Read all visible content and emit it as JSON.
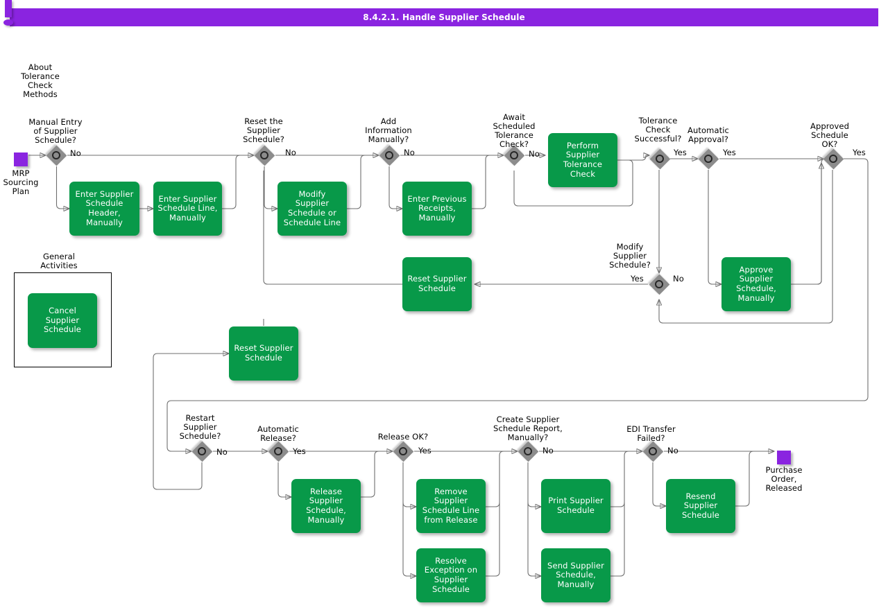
{
  "header": {
    "title": "8.4.2.1. Handle Supplier Schedule"
  },
  "note": {
    "label": "About\nTolerance\nCheck\nMethods",
    "icon": "info-exclamation-icon"
  },
  "events": {
    "start": {
      "label": "MRP\nSourcing\nPlan"
    },
    "end": {
      "label": "Purchase\nOrder,\nReleased"
    }
  },
  "groups": {
    "general_activities": {
      "label": "General\nActivities"
    }
  },
  "gateways": [
    {
      "id": "manual-entry",
      "label": "Manual Entry\nof Supplier\nSchedule?",
      "out": "No"
    },
    {
      "id": "reset-schedule",
      "label": "Reset the\nSupplier\nSchedule?",
      "out": "No"
    },
    {
      "id": "add-information",
      "label": "Add\nInformation\nManually?",
      "out": "No"
    },
    {
      "id": "await-tolerance",
      "label": "Await\nScheduled\nTolerance\nCheck?",
      "out": "No"
    },
    {
      "id": "tolerance-successful",
      "label": "Tolerance\nCheck\nSuccessful?",
      "out": "Yes"
    },
    {
      "id": "automatic-approval",
      "label": "Automatic\nApproval?",
      "out": "Yes"
    },
    {
      "id": "approved-schedule-ok",
      "label": "Approved\nSchedule\nOK?",
      "out": "Yes"
    },
    {
      "id": "modify-schedule",
      "label": "Modify\nSupplier\nSchedule?",
      "out": "No",
      "out2": "Yes"
    },
    {
      "id": "restart-schedule",
      "label": "Restart\nSupplier\nSchedule?",
      "out": "No"
    },
    {
      "id": "automatic-release",
      "label": "Automatic\nRelease?",
      "out": "Yes"
    },
    {
      "id": "release-ok",
      "label": "Release OK?",
      "out": "Yes"
    },
    {
      "id": "create-report",
      "label": "Create Supplier\nSchedule Report,\nManually?",
      "out": "No"
    },
    {
      "id": "edi-transfer-failed",
      "label": "EDI Transfer\nFailed?",
      "out": "No"
    }
  ],
  "activities": [
    {
      "id": "enter-header",
      "label": "Enter Supplier\nSchedule\nHeader,\nManually"
    },
    {
      "id": "enter-line",
      "label": "Enter Supplier\nSchedule Line,\nManually"
    },
    {
      "id": "modify-schedule-line",
      "label": "Modify Supplier\nSchedule or\nSchedule Line"
    },
    {
      "id": "enter-receipts",
      "label": "Enter Previous\nReceipts,\nManually"
    },
    {
      "id": "perform-tolerance",
      "label": "Perform\nSupplier\nTolerance Check"
    },
    {
      "id": "approve-manually",
      "label": "Approve\nSupplier\nSchedule,\nManually"
    },
    {
      "id": "reset-supplier-1",
      "label": "Reset Supplier\nSchedule"
    },
    {
      "id": "reset-supplier-2",
      "label": "Reset Supplier\nSchedule"
    },
    {
      "id": "cancel-supplier",
      "label": "Cancel Supplier\nSchedule"
    },
    {
      "id": "release-manually",
      "label": "Release Supplier\nSchedule,\nManually"
    },
    {
      "id": "remove-line",
      "label": "Remove\nSupplier\nSchedule Line\nfrom Release"
    },
    {
      "id": "resolve-exception",
      "label": "Resolve\nException on\nSupplier\nSchedule"
    },
    {
      "id": "print-schedule",
      "label": "Print Supplier\nSchedule"
    },
    {
      "id": "send-schedule",
      "label": "Send Supplier\nSchedule,\nManually"
    },
    {
      "id": "resend-schedule",
      "label": "Resend Supplier\nSchedule"
    }
  ],
  "colors": {
    "title_bar": "#8a24e0",
    "activity": "#089949",
    "event": "#8a24e0",
    "gateway": "#8c8c8c",
    "connector": "#6e6e6e"
  }
}
